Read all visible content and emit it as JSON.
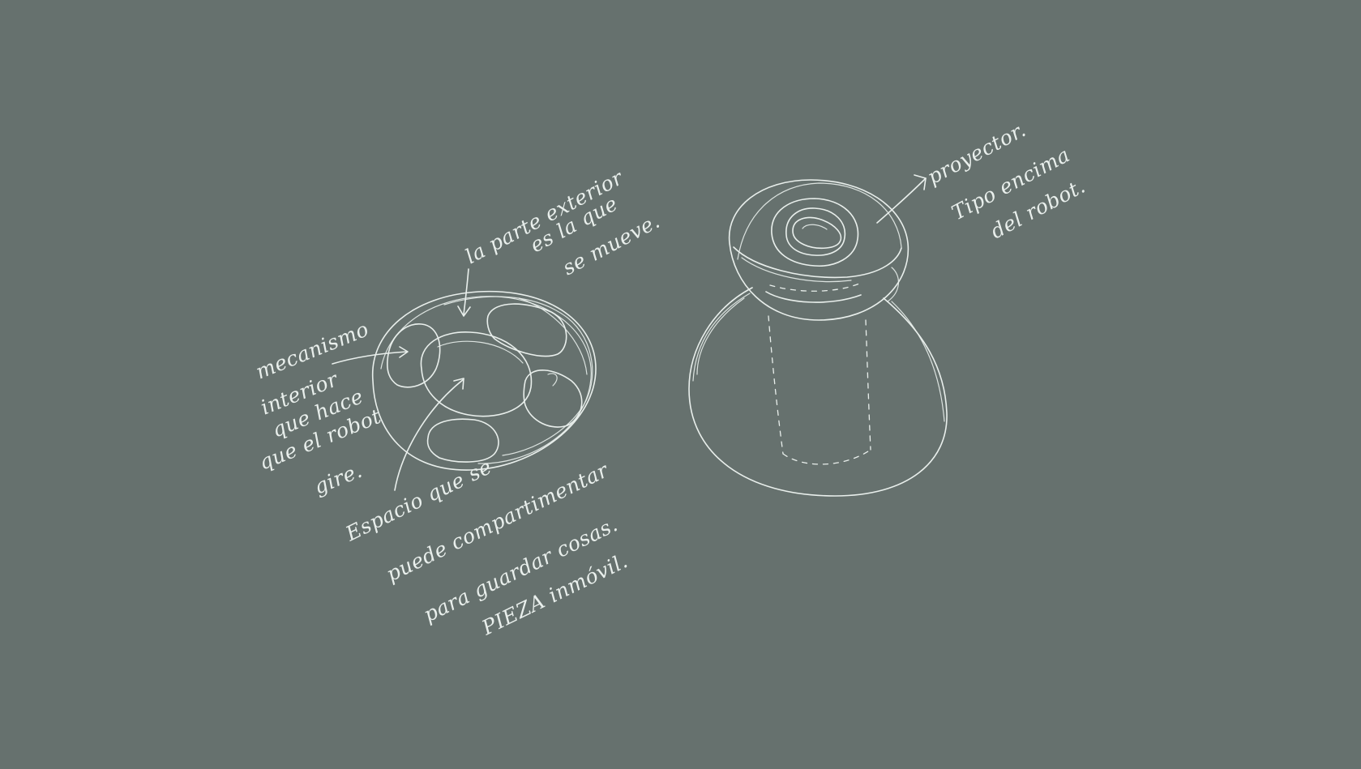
{
  "background_color": "#66716e",
  "stroke_color": "#e9efec",
  "annotations": {
    "mecanismo": [
      "mecanismo",
      "interior",
      "que hace",
      "que el robot",
      "gire."
    ],
    "parte_exterior": [
      "la parte exterior",
      "es la que",
      "se mueve."
    ],
    "espacio": [
      "Espacio que se",
      "puede compartimentar",
      "para guardar cosas.",
      "PIEZA inmóvil."
    ],
    "proyector": [
      "proyector.",
      "Tipo encima",
      "del robot."
    ]
  }
}
